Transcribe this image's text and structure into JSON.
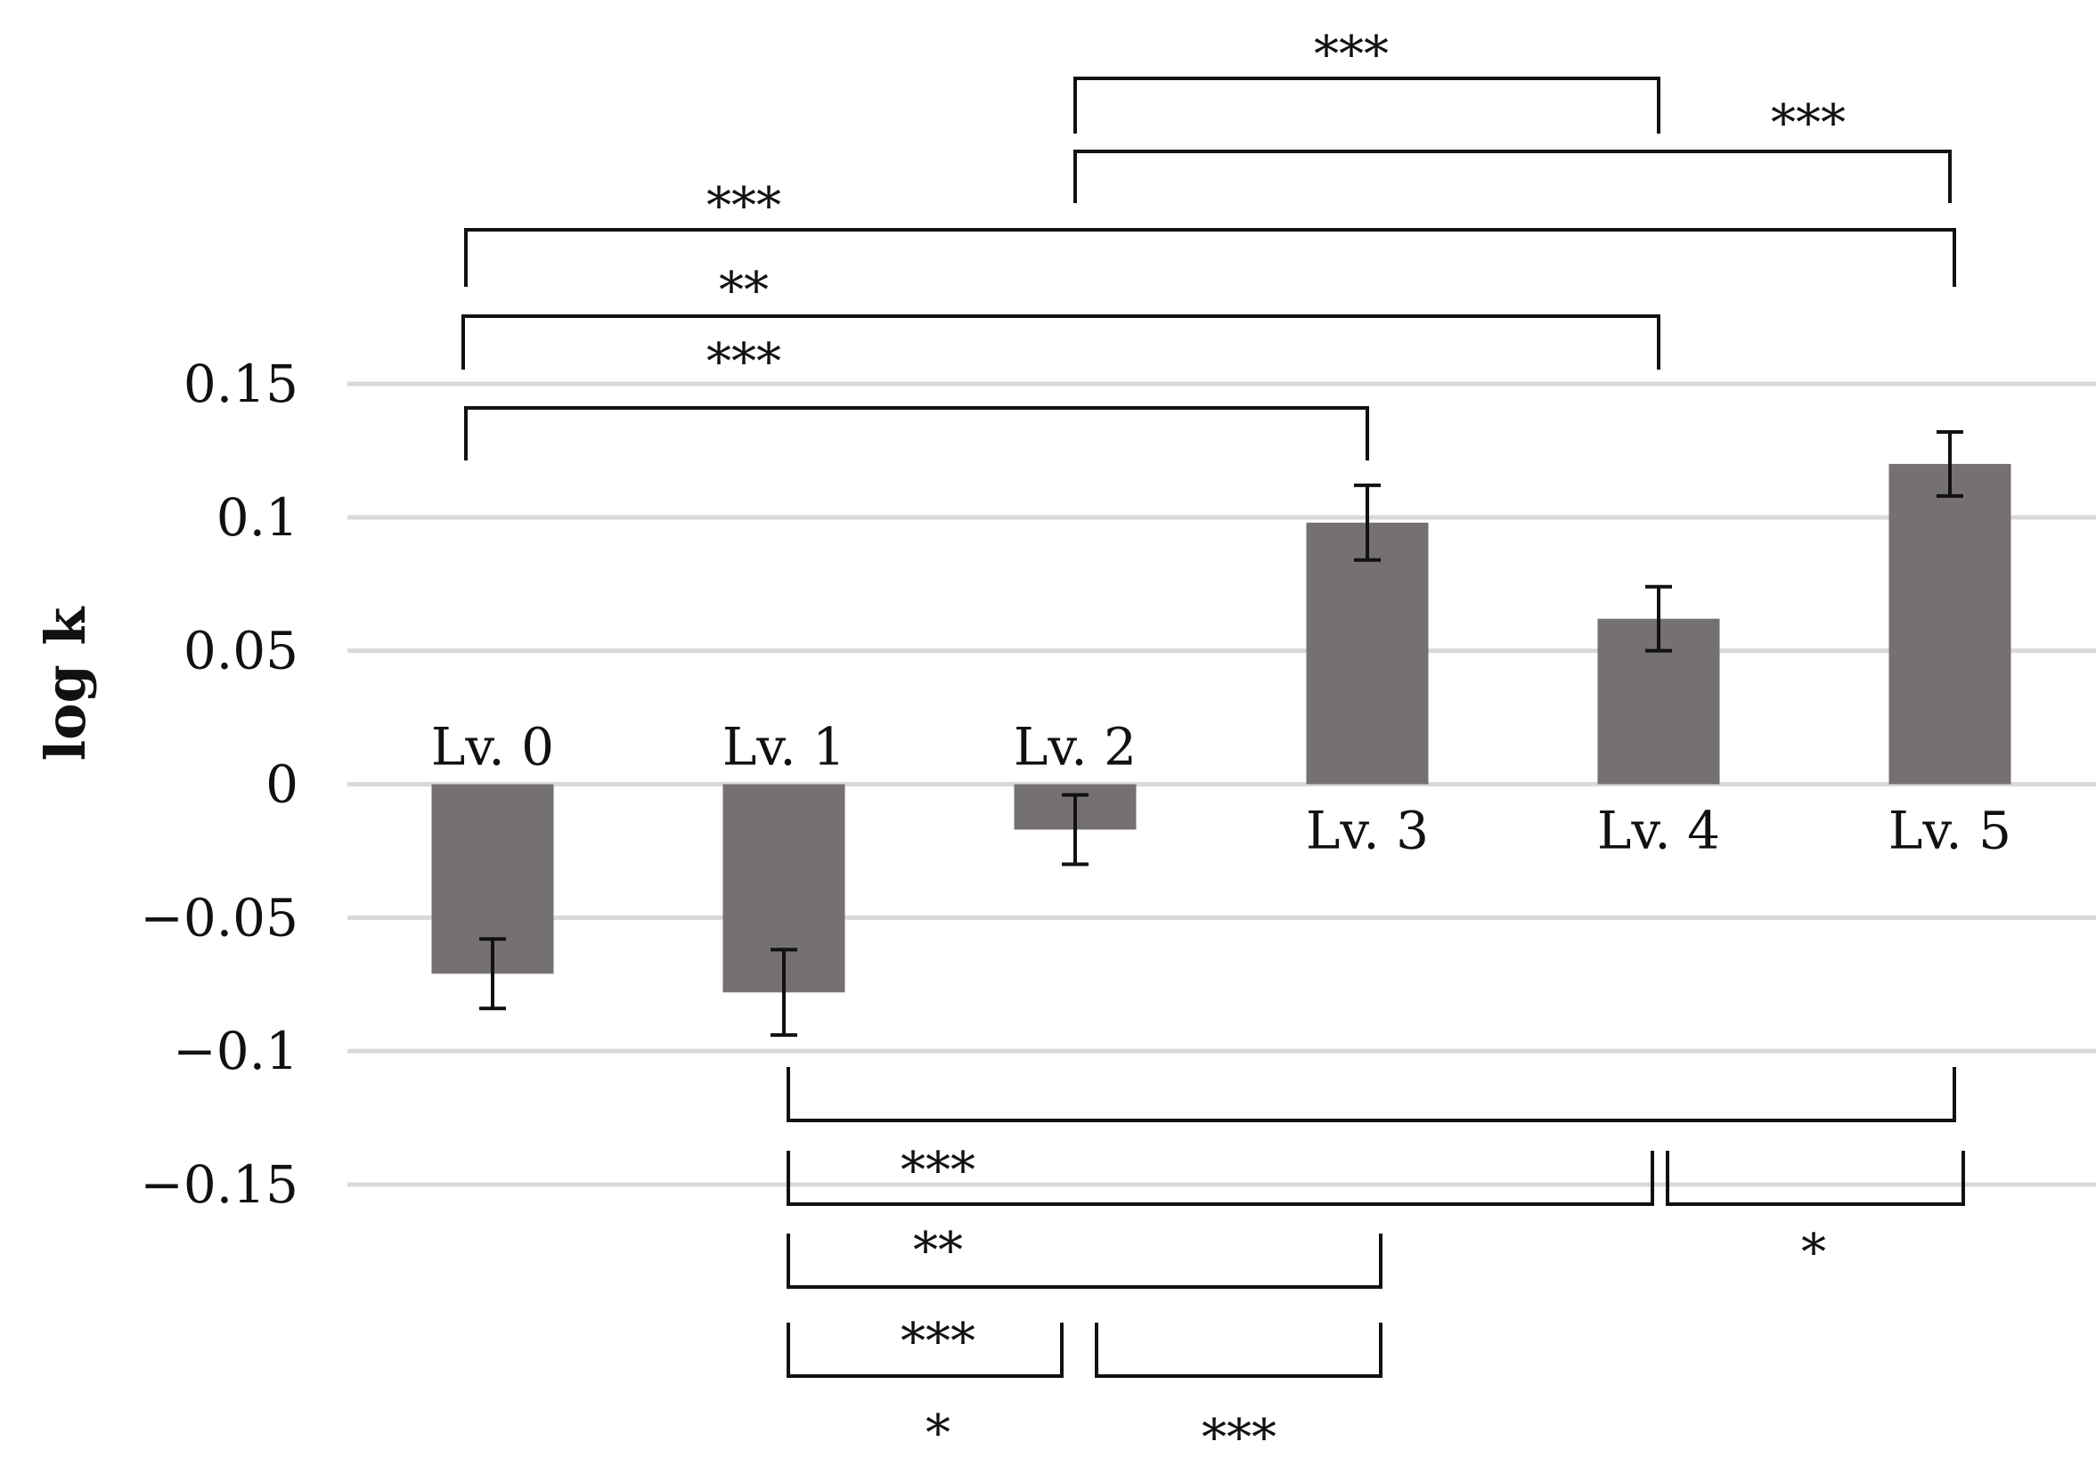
{
  "chart_data": {
    "type": "bar",
    "ylabel": "log k",
    "ylim": [
      -0.15,
      0.15
    ],
    "yticks": [
      0.15,
      0.1,
      0.05,
      0,
      -0.05,
      -0.1,
      -0.15
    ],
    "ytick_labels": [
      "0.15",
      "0.1",
      "0.05",
      "0",
      "−0.05",
      "−0.1",
      "−0.15"
    ],
    "grid": true,
    "categories": [
      "Lv. 0",
      "Lv. 1",
      "Lv. 2",
      "Lv. 3",
      "Lv. 4",
      "Lv. 5"
    ],
    "values": [
      -0.071,
      -0.078,
      -0.017,
      0.098,
      0.062,
      0.12
    ],
    "error": [
      0.013,
      0.016,
      0.013,
      0.014,
      0.012,
      0.012
    ],
    "bar_color": "#767171",
    "comparisons": [
      {
        "from": "Lv. 2",
        "to": "Lv. 4",
        "label": "***",
        "side": "top"
      },
      {
        "from": "Lv. 2",
        "to": "Lv. 5",
        "label": "***",
        "side": "top"
      },
      {
        "from": "Lv. 0",
        "to": "Lv. 5",
        "label": "***",
        "side": "top"
      },
      {
        "from": "Lv. 0",
        "to": "Lv. 4",
        "label": "**",
        "side": "top"
      },
      {
        "from": "Lv. 0",
        "to": "Lv. 3",
        "label": "***",
        "side": "top"
      },
      {
        "from": "Lv. 1",
        "to": "Lv. 5",
        "label": "",
        "side": "bottom"
      },
      {
        "from": "Lv. 1",
        "to": "Lv. 4",
        "label": "***",
        "side": "bottom"
      },
      {
        "from": "Lv. 4",
        "to": "Lv. 5",
        "label": "*",
        "side": "bottom"
      },
      {
        "from": "Lv. 1",
        "to": "Lv. 3",
        "label": "**",
        "side": "bottom"
      },
      {
        "from": "Lv. 1",
        "to": "Lv. 2",
        "label": "***",
        "side": "bottom"
      },
      {
        "from": "Lv. 2",
        "to": "Lv. 3",
        "label": "",
        "side": "bottom"
      }
    ],
    "extra_labels": [
      "*",
      "***"
    ]
  }
}
